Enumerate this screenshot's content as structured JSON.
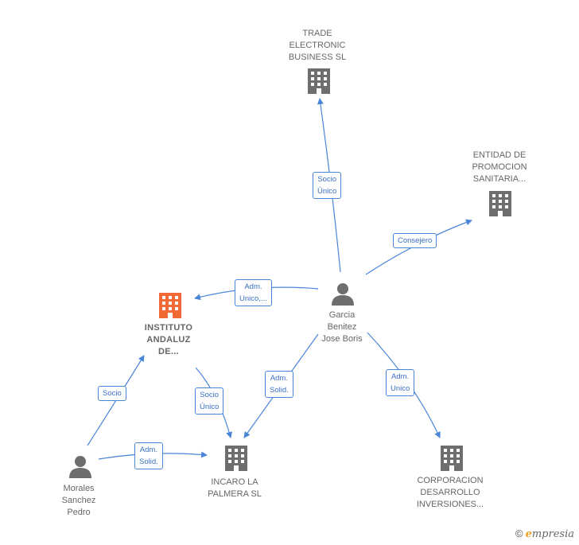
{
  "companies": {
    "trade": {
      "label": "TRADE\nELECTRONIC\nBUSINESS SL"
    },
    "entidad": {
      "label": "ENTIDAD DE\nPROMOCION\nSANITARIA..."
    },
    "instituto": {
      "label": "INSTITUTO\nANDALUZ\nDE..."
    },
    "incaro": {
      "label": "INCARO LA\nPALMERA  SL"
    },
    "corporacion": {
      "label": "CORPORACION\nDESARROLLO\nINVERSIONES..."
    }
  },
  "persons": {
    "garcia": {
      "label": "Garcia\nBenitez\nJose Boris"
    },
    "morales": {
      "label": "Morales\nSanchez\nPedro"
    }
  },
  "relations": {
    "garcia_trade": "Socio\nÚnico",
    "garcia_entidad": "Consejero",
    "garcia_instituto": "Adm.\nUnico,...",
    "garcia_incaro": "Adm.\nSolid.",
    "garcia_corporacion": "Adm.\nUnico",
    "morales_instituto": "Socio",
    "morales_incaro": "Adm.\nSolid.",
    "instituto_incaro": "Socio\nÚnico"
  },
  "colors": {
    "edge": "#4a86d8",
    "company": "#6e6e6e",
    "highlight": "#f06a35",
    "person": "#6e6e6e"
  },
  "footer": {
    "copyright": "©",
    "brand_first": "e",
    "brand_rest": "mpresia"
  }
}
